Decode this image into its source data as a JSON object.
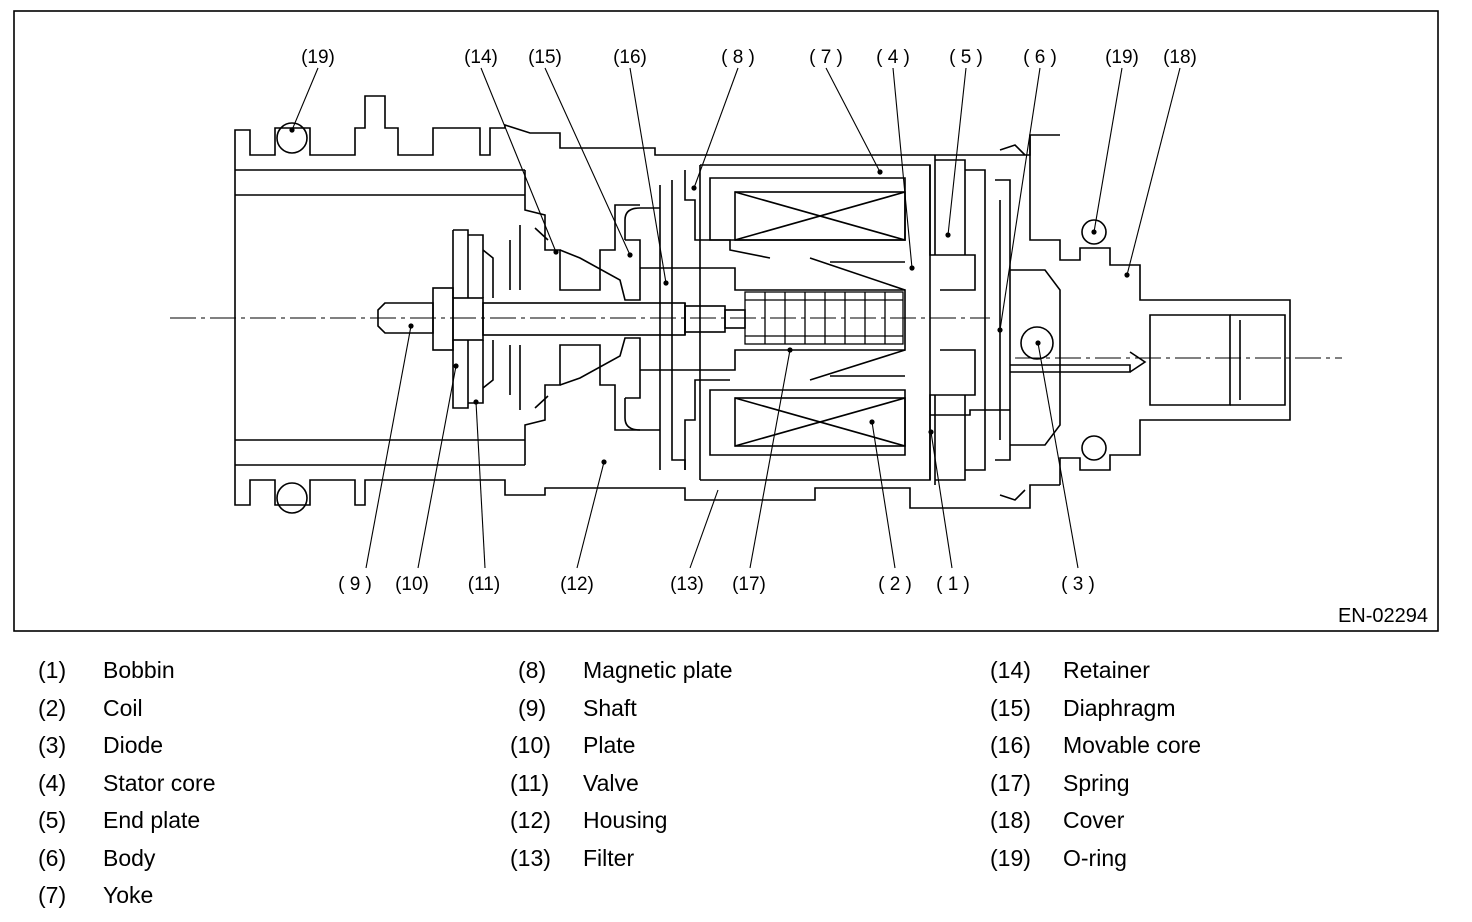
{
  "figure_id": "EN-02294",
  "callouts": [
    {
      "id": "c19a",
      "label": "(19)"
    },
    {
      "id": "c14",
      "label": "(14)"
    },
    {
      "id": "c15",
      "label": "(15)"
    },
    {
      "id": "c16",
      "label": "(16)"
    },
    {
      "id": "c8",
      "label": "( 8 )"
    },
    {
      "id": "c7",
      "label": "( 7 )"
    },
    {
      "id": "c4",
      "label": "( 4 )"
    },
    {
      "id": "c5",
      "label": "( 5 )"
    },
    {
      "id": "c6",
      "label": "( 6 )"
    },
    {
      "id": "c19b",
      "label": "(19)"
    },
    {
      "id": "c18",
      "label": "(18)"
    },
    {
      "id": "c9",
      "label": "( 9 )"
    },
    {
      "id": "c10",
      "label": "(10)"
    },
    {
      "id": "c11",
      "label": "(11)"
    },
    {
      "id": "c12",
      "label": "(12)"
    },
    {
      "id": "c13",
      "label": "(13)"
    },
    {
      "id": "c17",
      "label": "(17)"
    },
    {
      "id": "c2",
      "label": "( 2 )"
    },
    {
      "id": "c1",
      "label": "( 1 )"
    },
    {
      "id": "c3",
      "label": "( 3 )"
    }
  ],
  "legend": {
    "col1": [
      {
        "num": "(1)",
        "name": "Bobbin"
      },
      {
        "num": "(2)",
        "name": "Coil"
      },
      {
        "num": "(3)",
        "name": "Diode"
      },
      {
        "num": "(4)",
        "name": "Stator core"
      },
      {
        "num": "(5)",
        "name": "End plate"
      },
      {
        "num": "(6)",
        "name": "Body"
      },
      {
        "num": "(7)",
        "name": "Yoke"
      }
    ],
    "col2": [
      {
        "num": "(8)",
        "name": "Magnetic plate"
      },
      {
        "num": "(9)",
        "name": "Shaft"
      },
      {
        "num": "(10)",
        "name": "Plate"
      },
      {
        "num": "(11)",
        "name": "Valve"
      },
      {
        "num": "(12)",
        "name": "Housing"
      },
      {
        "num": "(13)",
        "name": "Filter"
      }
    ],
    "col3": [
      {
        "num": "(14)",
        "name": "Retainer"
      },
      {
        "num": "(15)",
        "name": "Diaphragm"
      },
      {
        "num": "(16)",
        "name": "Movable core"
      },
      {
        "num": "(17)",
        "name": "Spring"
      },
      {
        "num": "(18)",
        "name": "Cover"
      },
      {
        "num": "(19)",
        "name": "O-ring"
      }
    ]
  }
}
